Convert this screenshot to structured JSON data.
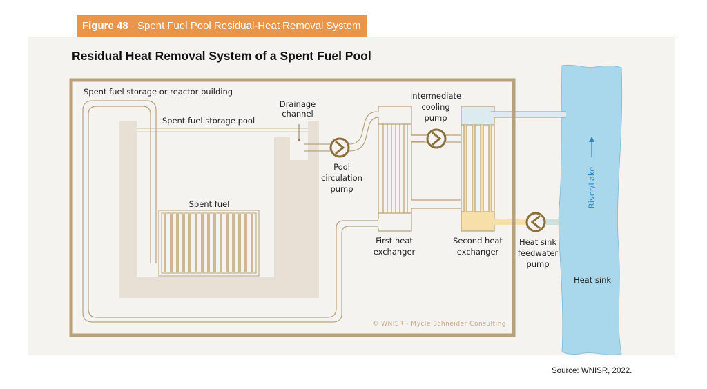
{
  "figure": {
    "number_label": "Figure 48",
    "separator": " · ",
    "caption": "Spent Fuel Pool Residual-Heat Removal System",
    "title": "Residual Heat Removal System of a Spent Fuel Pool"
  },
  "labels": {
    "building": "Spent fuel storage or reactor building",
    "drainage_1": "Drainage",
    "drainage_2": "channel",
    "pool": "Spent fuel storage pool",
    "spent_fuel": "Spent fuel",
    "pool_pump_1": "Pool",
    "pool_pump_2": "circulation",
    "pool_pump_3": "pump",
    "intermediate_pump_1": "Intermediate",
    "intermediate_pump_2": "cooling",
    "intermediate_pump_3": "pump",
    "hx1_1": "First heat",
    "hx1_2": "exchanger",
    "hx2_1": "Second heat",
    "hx2_2": "exchanger",
    "sink_pump_1": "Heat sink",
    "sink_pump_2": "feedwater",
    "sink_pump_3": "pump",
    "river": "River/Lake",
    "heat_sink": "Heat sink",
    "copyright": "© WNISR - Mycle Schneider Consulting"
  },
  "colors": {
    "tab": "#e8964b",
    "structure": "#b9a279",
    "pool_fill": "#e8e0d4",
    "hot_fill": "#f6dfa8",
    "cool_fill": "#dcebf0",
    "water": "#a9d8ec",
    "river_text": "#2f86c4"
  },
  "source": "Source: WNISR, 2022."
}
